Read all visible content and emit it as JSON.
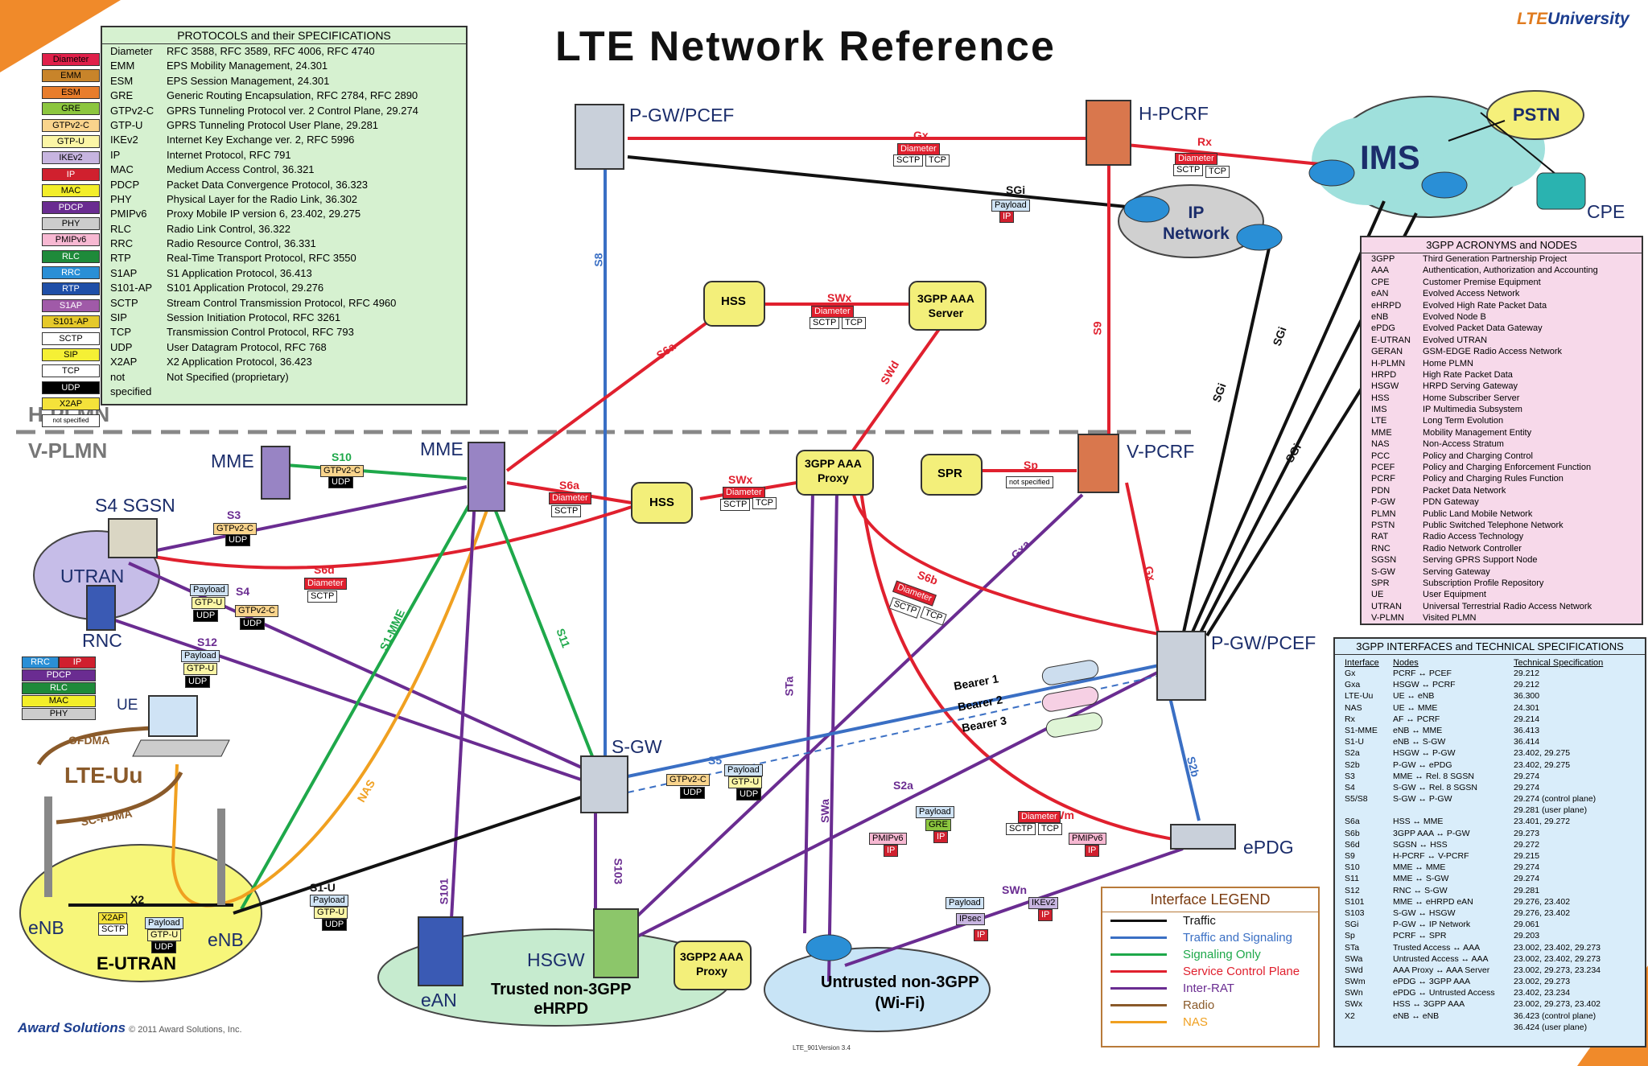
{
  "title": "LTE Network Reference",
  "brand": {
    "prefix": "LTE",
    "suffix": "University"
  },
  "footer": {
    "brand": "Award Solutions",
    "copyright": "© 2011 Award Solutions, Inc.",
    "version": "LTE_901Version 3.4"
  },
  "regions": {
    "hplmn": "H-PLMN",
    "vplmn": "V-PLMN"
  },
  "protocols": {
    "header": "PROTOCOLS and their SPECIFICATIONS",
    "rows": [
      {
        "abbr": "Diameter",
        "desc": "RFC 3588, RFC 3589, RFC 4006, RFC 4740",
        "color": "#e0204a"
      },
      {
        "abbr": "EMM",
        "desc": "EPS Mobility Management, 24.301",
        "color": "#c8842a"
      },
      {
        "abbr": "ESM",
        "desc": "EPS Session Management, 24.301",
        "color": "#e87d2c"
      },
      {
        "abbr": "GRE",
        "desc": "Generic Routing Encapsulation, RFC 2784, RFC 2890",
        "color": "#8cc63f"
      },
      {
        "abbr": "GTPv2-C",
        "desc": "GPRS Tunneling Protocol ver. 2 Control Plane, 29.274",
        "color": "#f9d48c"
      },
      {
        "abbr": "GTP-U",
        "desc": "GPRS Tunneling Protocol User Plane, 29.281",
        "color": "#fbf6a6"
      },
      {
        "abbr": "IKEv2",
        "desc": "Internet Key Exchange ver. 2, RFC 5996",
        "color": "#c7b5e0"
      },
      {
        "abbr": "IP",
        "desc": "Internet Protocol, RFC 791",
        "color": "#d0202e"
      },
      {
        "abbr": "MAC",
        "desc": "Medium Access Control, 36.321",
        "color": "#f3ee2a"
      },
      {
        "abbr": "PDCP",
        "desc": "Packet Data Convergence Protocol, 36.323",
        "color": "#6a2c91"
      },
      {
        "abbr": "PHY",
        "desc": "Physical Layer for the Radio Link, 36.302",
        "color": "#cccccc"
      },
      {
        "abbr": "PMIPv6",
        "desc": "Proxy Mobile IP version 6, 23.402, 29.275",
        "color": "#f7b8d2"
      },
      {
        "abbr": "RLC",
        "desc": "Radio Link Control, 36.322",
        "color": "#1e8a3a"
      },
      {
        "abbr": "RRC",
        "desc": "Radio Resource Control, 36.331",
        "color": "#2a8fd6"
      },
      {
        "abbr": "RTP",
        "desc": "Real-Time Transport Protocol, RFC 3550",
        "color": "#1f4fa8"
      },
      {
        "abbr": "S1AP",
        "desc": "S1 Application Protocol, 36.413",
        "color": "#a05aa8"
      },
      {
        "abbr": "S101-AP",
        "desc": "S101 Application Protocol, 29.276",
        "color": "#e5c92a"
      },
      {
        "abbr": "SCTP",
        "desc": "Stream Control Transmission Protocol, RFC 4960",
        "color": "#ffffff"
      },
      {
        "abbr": "SIP",
        "desc": "Session Initiation Protocol, RFC 3261",
        "color": "#f5f035"
      },
      {
        "abbr": "TCP",
        "desc": "Transmission Control Protocol, RFC 793",
        "color": "#ffffff"
      },
      {
        "abbr": "UDP",
        "desc": "User Datagram Protocol, RFC 768",
        "color": "#000000"
      },
      {
        "abbr": "X2AP",
        "desc": "X2 Application Protocol, 36.423",
        "color": "#f4e23a"
      },
      {
        "abbr": "not specified",
        "desc": "Not Specified (proprietary)",
        "color": "#ffffff"
      }
    ]
  },
  "acronyms": {
    "header": "3GPP ACRONYMS and NODES",
    "rows": [
      [
        "3GPP",
        "Third Generation Partnership Project"
      ],
      [
        "AAA",
        "Authentication, Authorization and Accounting"
      ],
      [
        "CPE",
        "Customer Premise Equipment"
      ],
      [
        "eAN",
        "Evolved Access Network"
      ],
      [
        "eHRPD",
        "Evolved High Rate Packet Data"
      ],
      [
        "eNB",
        "Evolved Node B"
      ],
      [
        "ePDG",
        "Evolved Packet Data Gateway"
      ],
      [
        "E-UTRAN",
        "Evolved UTRAN"
      ],
      [
        "GERAN",
        "GSM-EDGE Radio Access Network"
      ],
      [
        "H-PLMN",
        "Home PLMN"
      ],
      [
        "HRPD",
        "High Rate Packet Data"
      ],
      [
        "HSGW",
        "HRPD Serving Gateway"
      ],
      [
        "HSS",
        "Home Subscriber Server"
      ],
      [
        "IMS",
        "IP Multimedia Subsystem"
      ],
      [
        "LTE",
        "Long Term Evolution"
      ],
      [
        "MME",
        "Mobility Management Entity"
      ],
      [
        "NAS",
        "Non-Access Stratum"
      ],
      [
        "PCC",
        "Policy and Charging Control"
      ],
      [
        "PCEF",
        "Policy and Charging Enforcement Function"
      ],
      [
        "PCRF",
        "Policy and Charging Rules Function"
      ],
      [
        "PDN",
        "Packet Data Network"
      ],
      [
        "P-GW",
        "PDN Gateway"
      ],
      [
        "PLMN",
        "Public Land Mobile Network"
      ],
      [
        "PSTN",
        "Public Switched Telephone Network"
      ],
      [
        "RAT",
        "Radio Access Technology"
      ],
      [
        "RNC",
        "Radio Network Controller"
      ],
      [
        "SGSN",
        "Serving GPRS Support Node"
      ],
      [
        "S-GW",
        "Serving Gateway"
      ],
      [
        "SPR",
        "Subscription Profile Repository"
      ],
      [
        "UE",
        "User Equipment"
      ],
      [
        "UTRAN",
        "Universal Terrestrial Radio Access Network"
      ],
      [
        "V-PLMN",
        "Visited PLMN"
      ]
    ]
  },
  "interfaces": {
    "header": "3GPP INTERFACES and TECHNICAL SPECIFICATIONS",
    "cols": [
      "Interface",
      "Nodes",
      "Technical Specification"
    ],
    "rows": [
      [
        "Gx",
        "PCRF ↔ PCEF",
        "29.212"
      ],
      [
        "Gxa",
        "HSGW ↔ PCRF",
        "29.212"
      ],
      [
        "LTE-Uu",
        "UE ↔ eNB",
        "36.300"
      ],
      [
        "NAS",
        "UE ↔ MME",
        "24.301"
      ],
      [
        "Rx",
        "AF ↔ PCRF",
        "29.214"
      ],
      [
        "S1-MME",
        "eNB ↔ MME",
        "36.413"
      ],
      [
        "S1-U",
        "eNB ↔ S-GW",
        "36.414"
      ],
      [
        "S2a",
        "HSGW ↔ P-GW",
        "23.402, 29.275"
      ],
      [
        "S2b",
        "P-GW ↔ ePDG",
        "23.402, 29.275"
      ],
      [
        "S3",
        "MME ↔ Rel. 8 SGSN",
        "29.274"
      ],
      [
        "S4",
        "S-GW ↔ Rel. 8 SGSN",
        "29.274"
      ],
      [
        "S5/S8",
        "S-GW ↔ P-GW",
        "29.274 (control plane)"
      ],
      [
        "",
        "",
        "29.281 (user plane)"
      ],
      [
        "S6a",
        "HSS ↔ MME",
        "23.401, 29.272"
      ],
      [
        "S6b",
        "3GPP AAA ↔ P-GW",
        "29.273"
      ],
      [
        "S6d",
        "SGSN ↔ HSS",
        "29.272"
      ],
      [
        "S9",
        "H-PCRF ↔ V-PCRF",
        "29.215"
      ],
      [
        "S10",
        "MME ↔ MME",
        "29.274"
      ],
      [
        "S11",
        "MME ↔ S-GW",
        "29.274"
      ],
      [
        "S12",
        "RNC ↔ S-GW",
        "29.281"
      ],
      [
        "S101",
        "MME ↔ eHRPD eAN",
        "29.276, 23.402"
      ],
      [
        "S103",
        "S-GW ↔ HSGW",
        "29.276, 23.402"
      ],
      [
        "SGi",
        "P-GW ↔ IP Network",
        "29.061"
      ],
      [
        "Sp",
        "PCRF ↔ SPR",
        "29.203"
      ],
      [
        "STa",
        "Trusted Access ↔ AAA",
        "23.002, 23.402, 29.273"
      ],
      [
        "SWa",
        "Untrusted Access ↔ AAA",
        "23.002, 23.402, 29.273"
      ],
      [
        "SWd",
        "AAA Proxy ↔ AAA Server",
        "23.002, 29.273, 23.234"
      ],
      [
        "SWm",
        "ePDG ↔ 3GPP AAA",
        "23.002, 29.273"
      ],
      [
        "SWn",
        "ePDG ↔ Untrusted Access",
        "23.402, 23.234"
      ],
      [
        "SWx",
        "HSS ↔ 3GPP AAA",
        "23.002, 29.273, 23.402"
      ],
      [
        "X2",
        "eNB ↔ eNB",
        "36.423 (control plane)"
      ],
      [
        "",
        "",
        "36.424 (user plane)"
      ]
    ]
  },
  "legend": {
    "header": "Interface LEGEND",
    "items": [
      {
        "label": "Traffic",
        "color": "#111111"
      },
      {
        "label": "Traffic and Signaling",
        "color": "#3a6fc4"
      },
      {
        "label": "Signaling Only",
        "color": "#1ea84a"
      },
      {
        "label": "Service Control Plane",
        "color": "#e0202e"
      },
      {
        "label": "Inter-RAT",
        "color": "#6a2c91"
      },
      {
        "label": "Radio",
        "color": "#8a5a2a"
      },
      {
        "label": "NAS",
        "color": "#f0a020"
      }
    ]
  },
  "nodes": {
    "pgw_h": "P-GW/PCEF",
    "hpcrf": "H-PCRF",
    "pstn": "PSTN",
    "ims": "IMS",
    "ipnet": "IP\nNetwork",
    "cpe": "CPE",
    "hss_h": "HSS",
    "aaa_server": "3GPP AAA\nServer",
    "mme1": "MME",
    "mme2": "MME",
    "s4sgsn": "S4 SGSN",
    "utran": "UTRAN",
    "rnc": "RNC",
    "hss_v": "HSS",
    "aaa_proxy": "3GPP AAA\nProxy",
    "spr": "SPR",
    "vpcrf": "V-PCRF",
    "pgw_v": "P-GW/PCEF",
    "sgw": "S-GW",
    "epdg": "ePDG",
    "ue": "UE",
    "enb1": "eNB",
    "enb2": "eNB",
    "eutran": "E-UTRAN",
    "ean": "eAN",
    "hsgw": "HSGW",
    "trusted": "Trusted non-3GPP\neHRPD",
    "aaa2": "3GPP2 AAA\nProxy",
    "untrusted": "Untrusted non-3GPP\n(Wi-Fi)"
  },
  "radio": {
    "ofdma": "OFDMA",
    "ltuu": "LTE-Uu",
    "scfdma": "SC-FDMA"
  },
  "ifaces": {
    "gx": "Gx",
    "rx": "Rx",
    "sgi": "SGi",
    "s8": "S8",
    "swx": "SWx",
    "s6a_h": "S6a",
    "swd": "SWd",
    "s9": "S9",
    "s10": "S10",
    "s3": "S3",
    "s6a_v": "S6a",
    "swx_v": "SWx",
    "sp": "Sp",
    "s6d": "S6d",
    "s4": "S4",
    "s12": "S12",
    "s1mme": "S1-MME",
    "s11": "S11",
    "gxa": "Gxa",
    "s6b": "S6b",
    "gx_v": "Gx",
    "sta": "STa",
    "swa": "SWa",
    "s5": "S5",
    "s2a": "S2a",
    "s2b": "S2b",
    "swm": "SWm",
    "swn": "SWn",
    "s101": "S101",
    "s103": "S103",
    "s1u": "S1-U",
    "x2": "X2",
    "nas": "NAS",
    "bearer1": "Bearer 1",
    "bearer2": "Bearer 2",
    "bearer3": "Bearer 3"
  },
  "stacks": {
    "diameter": "Diameter",
    "sctp": "SCTP",
    "tcp": "TCP",
    "gtpv2c": "GTPv2-C",
    "udp": "UDP",
    "payload": "Payload",
    "gtpu": "GTP-U",
    "ip": "IP",
    "notspec": "not specified",
    "x2ap": "X2AP",
    "s101ap": "S101-AP",
    "gre": "GRE",
    "pmipv6": "PMIPv6",
    "ipsec": "IPsec",
    "ikev2": "IKEv2",
    "s1ap": "S1AP",
    "esm": "ESM",
    "emm": "EMM",
    "rrc": "RRC",
    "pdcp": "PDCP",
    "rlc": "RLC",
    "mac": "MAC",
    "phy": "PHY",
    "sip": "SIP",
    "rtp": "RTP"
  }
}
